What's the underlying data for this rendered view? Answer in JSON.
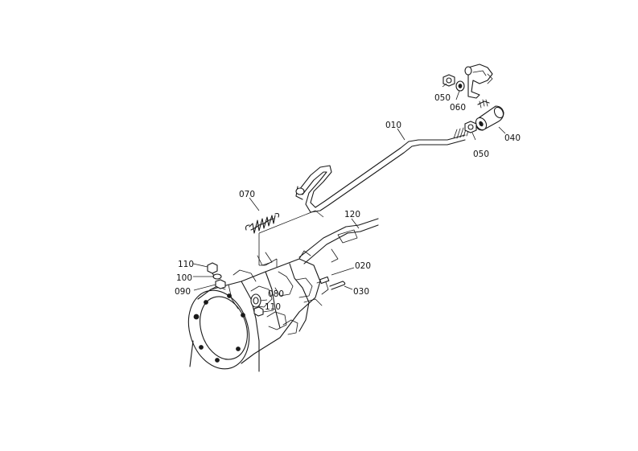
{
  "colors": {
    "ink": "#1a1a1a",
    "background": "#ffffff"
  },
  "labels": {
    "p010": "010",
    "p020": "020",
    "p030": "030",
    "p040": "040",
    "p050a": "050",
    "p050b": "050",
    "p060": "060",
    "p070": "070",
    "p080": "080",
    "p090": "090",
    "p100": "100",
    "p110a": "110",
    "p110b": "110",
    "p120": "120"
  }
}
